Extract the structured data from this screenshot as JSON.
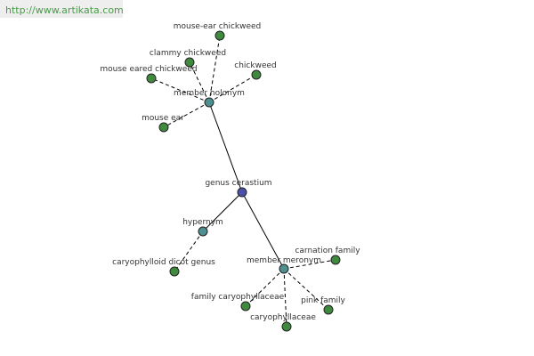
{
  "watermark": {
    "url": "http://www.artikata.com"
  },
  "colors": {
    "center": "#4a4fa8",
    "relation": "#4e8f8f",
    "leaf": "#3f8a3f"
  },
  "nodes": {
    "genus_cerastium": "genus cerastium",
    "member_holonym": "member holonym",
    "hypernym": "hypernym",
    "member_meronym": "member meronym",
    "mouse_ear_chickweed": "mouse-ear chickweed",
    "clammy_chickweed": "clammy chickweed",
    "mouse_eared_chickweed": "mouse eared chickweed",
    "chickweed": "chickweed",
    "mouse_ear": "mouse ear",
    "caryophylloid_dicot_genus": "caryophylloid dicot genus",
    "carnation_family": "carnation family",
    "family_caryophyllaceae": "family caryophyllaceae",
    "pink_family": "pink family",
    "caryophyllaceae": "caryophyllaceae"
  }
}
